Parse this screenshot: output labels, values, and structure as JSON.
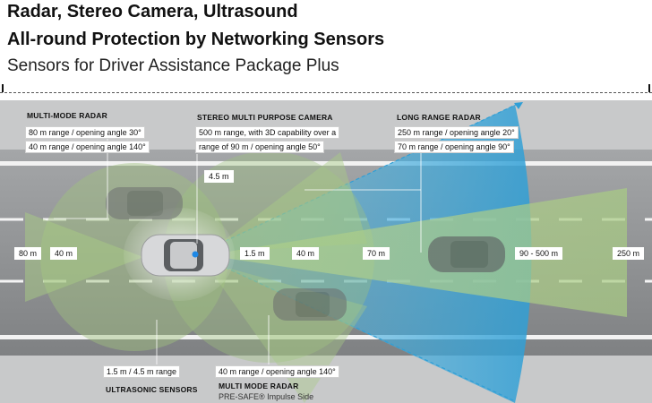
{
  "header": {
    "title_line1": "Radar, Stereo Camera, Ultrasound",
    "title_line2": "All-round Protection by Networking Sensors",
    "subtitle": "Sensors for Driver Assistance Package Plus"
  },
  "labels": {
    "multi_mode_radar_top": "MULTI-MODE RADAR",
    "mmr_80": "80 m range / opening angle 30°",
    "mmr_40": "40 m range / opening angle 140°",
    "stereo_camera": "STEREO MULTI PURPOSE CAMERA",
    "stereo_line1": "500 m range, with 3D capability over a",
    "stereo_line2": "range of 90 m / opening angle 50°",
    "long_range_radar": "LONG RANGE RADAR",
    "lrr_250": "250 m range / opening angle 20°",
    "lrr_70": "70 m range / opening angle 90°",
    "ultrasonic_box": "1.5 m / 4.5 m range",
    "ultrasonic_sensors": "ULTRASONIC SENSORS",
    "mmr_side_box": "40 m range / opening angle 140°",
    "multi_mode_radar_bottom": "MULTI MODE RADAR",
    "presafe": "PRE-SAFE® Impulse Side"
  },
  "distances": {
    "d4_5": "4.5 m",
    "d80": "80 m",
    "d40_left": "40 m",
    "d1_5": "1.5 m",
    "d40_right": "40 m",
    "d70": "70 m",
    "d90_500": "90 - 500 m",
    "d250": "250 m"
  },
  "colors": {
    "road": "#8f9193",
    "lane": "#ececec",
    "radar_green": "#9fc27f",
    "lrr_blue": "#3aa9dc"
  }
}
